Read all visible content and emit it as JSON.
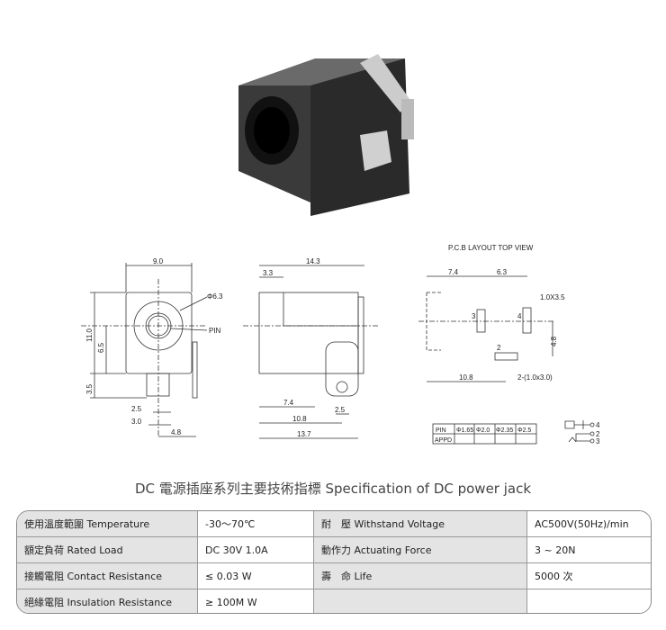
{
  "title": "DC  電源插座系列主要技術指標 Specification of DC power jack",
  "front_view": {
    "width": "9.0",
    "hole": "Φ6.3",
    "pin": "PIN",
    "height": "11.0",
    "center": "6.5",
    "leg": "3.5",
    "d1": "2.5",
    "d2": "3.0",
    "d3": "4.8"
  },
  "side_view": {
    "length": "14.3",
    "front": "3.3",
    "p1": "7.4",
    "p2": "2.5",
    "p3": "10.8",
    "p4": "13.7"
  },
  "pcb": {
    "title": "P.C.B LAYOUT    TOP VIEW",
    "d1": "7.4",
    "d2": "6.3",
    "slot4": "1.0X3.5",
    "pin3": "3",
    "pin4": "4",
    "pin2": "2",
    "d3": "4.8",
    "d4": "10.8",
    "slot2": "2-(1.0x3.0)"
  },
  "pin_table": {
    "headers": [
      "PIN",
      "Φ1.65",
      "Φ2.0",
      "Φ2.35",
      "Φ2.5"
    ],
    "row_label": "APPD"
  },
  "schematic": {
    "labels": [
      "4",
      "2",
      "3"
    ]
  },
  "spec_rows": [
    {
      "label": "使用溫度範圍 Temperature",
      "value": "-30～70℃",
      "label2": "耐　壓  Withstand Voltage",
      "value2": "AC500V(50Hz)/min"
    },
    {
      "label": "額定負荷  Rated Load",
      "value": "DC  30V  1.0A",
      "label2": "動作力  Actuating Force",
      "value2": "3 ~ 20N"
    },
    {
      "label": "接觸電阻  Contact Resistance",
      "value": "≤ 0.03 W",
      "label2": "壽　命  Life",
      "value2": "5000 次"
    },
    {
      "label": "絕緣電阻  Insulation Resistance",
      "value": "≥ 100M W",
      "label2": "",
      "value2": ""
    }
  ]
}
